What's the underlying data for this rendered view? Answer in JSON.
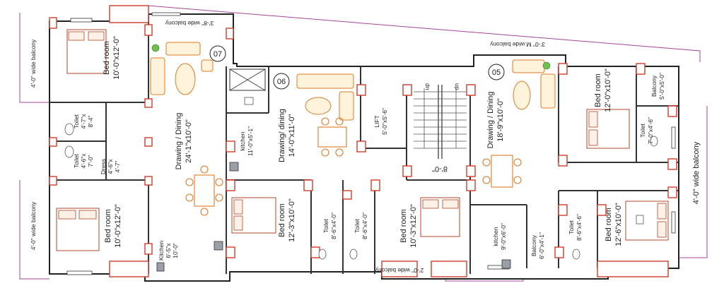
{
  "flats": {
    "f05": "05",
    "f06": "06",
    "f07": "07"
  },
  "rooms": {
    "bed_tl": [
      "Bed room",
      "10'-0\"x12'-0\""
    ],
    "bed_bl": [
      "Bed room",
      "10'-0\"x12'-0\""
    ],
    "toilet1": [
      "Toilet",
      "4'-7\"x",
      "8'-4\""
    ],
    "toilet2": [
      "Toilet",
      "4'-6\"x",
      "7'-0\""
    ],
    "dress": [
      "Dress",
      "4'-6\"x",
      "4'-7\""
    ],
    "drawing07": [
      "Drawing / Dining",
      "24'-1\"x10'-0\""
    ],
    "kitchen07": [
      "Kitchen",
      "6'-5\"x",
      "10'-0\""
    ],
    "kitchen06": [
      "kitchen",
      "11'-0\"x5'-1\""
    ],
    "drawing06": [
      "Drawing/ dining",
      "14'-0\"x11'-0\""
    ],
    "bed06": [
      "Bed room",
      "12'-3\"x10'-0\""
    ],
    "toilet06a": [
      "Toilet",
      "8'-6\"x4'-0\""
    ],
    "toilet06b": [
      "Toilet",
      "8'-6\"x4'-0\""
    ],
    "lift": [
      "LIFT",
      "5'-0\"x5'-6\""
    ],
    "stair_width": "8'-0\"",
    "stair_dn": "dn",
    "stair_up": "up",
    "bed05a": [
      "Bed room",
      "10'-3\"x12'-0\""
    ],
    "kitchen05": [
      "kitchen",
      "9'-0\"x6'-0\""
    ],
    "drawing05": [
      "Drawing / Dining",
      "18'-9\"x10'-0\""
    ],
    "bed05_tr": [
      "Bed room",
      "12'-0\"x10'-0\""
    ],
    "balc05": [
      "Balcony",
      "5'-0\"x5'-0\""
    ],
    "toilet05": [
      "Toilet",
      "7'-0\"x4'-6\""
    ],
    "toilet05b": [
      "Toilet",
      "8'-6\"x4'-6\""
    ],
    "bed05_br": [
      "Bed room",
      "12'-6\"x10'-0\""
    ],
    "balc_bottom": [
      "Balcony",
      "6'-0\"x4'-1\""
    ]
  },
  "balconies": {
    "top_left": "3'-8\" wide balcony",
    "left_top": "4'-0\" wide balcony",
    "left_bottom": "4'-0\" wide balcony",
    "top_right": "3'-0\" M.wide balcony",
    "right": "4'-0\" wide balcony",
    "bottom": "2'-0\" wide balcony"
  },
  "colors": {
    "wall": "#222222",
    "column": "#d23c2a",
    "furniture": "#e07a25",
    "balcony": "#a0459a"
  }
}
